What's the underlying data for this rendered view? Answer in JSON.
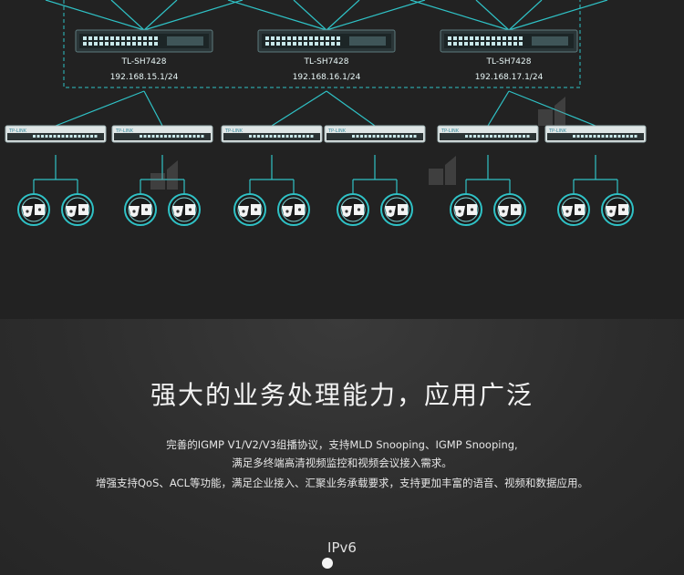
{
  "core_switches": [
    {
      "model": "TL-SH7428",
      "ip": "192.168.15.1/24"
    },
    {
      "model": "TL-SH7428",
      "ip": "192.168.16.1/24"
    },
    {
      "model": "TL-SH7428",
      "ip": "192.168.17.1/24"
    }
  ],
  "access_switch_brand": "TP-LINK",
  "headline": "强大的业务处理能力，应用广泛",
  "description": {
    "line1": "完善的IGMP V1/V2/V3组播协议，支持MLD Snooping、IGMP Snooping,",
    "line2": "满足多终端高清视频监控和视频会议接入需求。",
    "line3": "增强支持QoS、ACL等功能，满足企业接入、汇聚业务承载要求，支持更加丰富的语音、视频和数据应用。"
  },
  "next_section": {
    "label": "IPv6"
  },
  "colors": {
    "link": "#2fc2c6",
    "switch_body": "#3a4a4c",
    "switch_port": "#c8e8ea",
    "endpoint_ring": "#2fc2c6",
    "endpoint_fill": "#f3f3f3",
    "dashed_border": "#2fc2c6"
  },
  "icons": [
    "core-switch-icon",
    "access-switch-icon",
    "camera-icon",
    "access-point-icon",
    "watermark-logo-icon"
  ]
}
